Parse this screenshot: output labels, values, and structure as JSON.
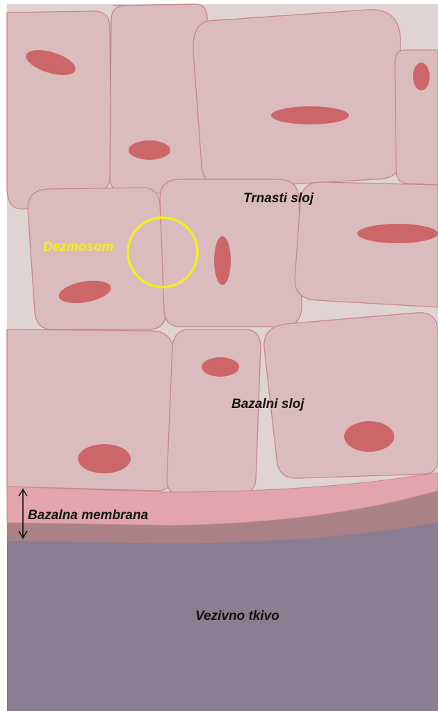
{
  "labels": {
    "spinous_layer": "Trnasti sloj",
    "desmosome": "Dezmosom",
    "basal_layer": "Bazalni sloj",
    "basement_membrane": "Bazalna membrana",
    "connective_tissue": "Vezivno tkivo"
  },
  "colors": {
    "background": "#dfd3d3",
    "cell_fill": "#dbbcbe",
    "cell_stroke": "#c68588",
    "nucleus": "#cc6669",
    "membrane_light": "#e1a5ab",
    "membrane_dark": "#a98187",
    "connective_tissue": "#8a7d91",
    "desmosome_ring": "#f5ee1c",
    "desmosome_text": "#f5ee1c",
    "label_text": "#111111"
  }
}
